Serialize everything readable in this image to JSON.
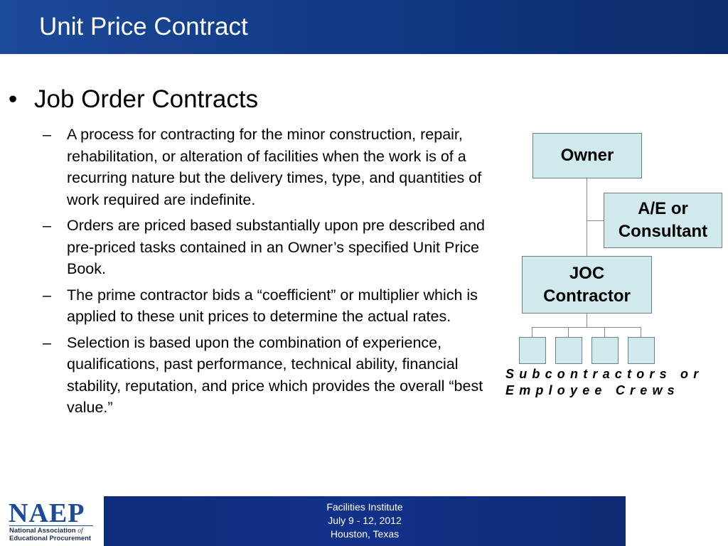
{
  "header": {
    "title": "Unit Price Contract"
  },
  "main": {
    "bullet_symbol": "•",
    "heading": "Job Order Contracts",
    "dash_symbol": "–",
    "items": [
      "A process for contracting for the minor  construction, repair, rehabilitation, or  alteration of facilities when the work is of a recurring nature but the delivery times, type, and quantities of work required are indefinite.",
      "Orders are priced based substantially upon pre described and pre-priced tasks contained in an Owner’s specified Unit Price Book.",
      "The prime contractor bids a “coefficient” or multiplier which is applied to these unit prices to determine the actual rates.",
      "Selection is based upon the combination of experience, qualifications, past performance, technical ability, financial stability, reputation, and price which provides the overall “best value.”"
    ]
  },
  "org_chart": {
    "owner": "Owner",
    "consultant_line1": "A/E or",
    "consultant_line2": "Consultant",
    "contractor_line1": "JOC",
    "contractor_line2": "Contractor",
    "crews_line1": "Subcontractors or",
    "crews_line2": "Employee Crews",
    "box_color": "#cfe9ec"
  },
  "footer": {
    "logo_text": "NAEP",
    "logo_sub_line1": "National Association",
    "logo_sub_of": "of",
    "logo_sub_line2": "Educational Procurement",
    "line1": "Facilities Institute",
    "line2": "July 9 - 12, 2012",
    "line3": "Houston, Texas"
  }
}
